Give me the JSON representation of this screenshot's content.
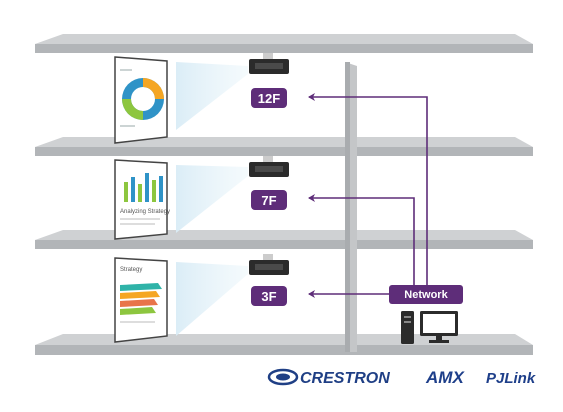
{
  "floors": [
    {
      "label": "12F"
    },
    {
      "label": "7F"
    },
    {
      "label": "3F"
    }
  ],
  "network": {
    "label": "Network"
  },
  "screens": {
    "middle_title": "Analyzing Strategy",
    "bottom_title": "Strategy"
  },
  "logos": {
    "crestron": "CRESTRON",
    "amx": "AMX",
    "pjlink": "PJLink"
  },
  "colors": {
    "accent": "#5e2d79",
    "shelf": "#b6b9bc",
    "shelf_edge": "#8e9194",
    "crestron_blue": "#1f3f85",
    "amx_blue": "#1e3f8a"
  }
}
